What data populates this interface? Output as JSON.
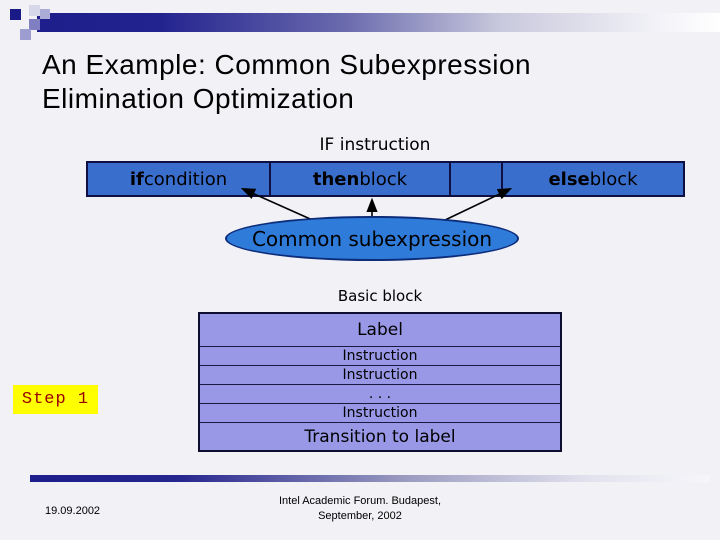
{
  "slide": {
    "title": "An Example: Common Subexpression Elimination Optimization",
    "background_color": "#f1f1f6",
    "accent_navy": "#1e1e8c"
  },
  "diagram": {
    "if_label": "IF instruction",
    "if_bar": {
      "fill_color": "#3a6ecd",
      "border_color": "#0f0f44",
      "cells": [
        {
          "keyword": "if",
          "rest": " condition"
        },
        {
          "keyword": "then",
          "rest": " block"
        },
        {
          "keyword": "",
          "rest": ""
        },
        {
          "keyword": "else",
          "rest": " block"
        }
      ]
    },
    "ellipse": {
      "label": "Common subexpression",
      "fill_color": "#2e7bd9",
      "border_color": "#0d2d7a"
    }
  },
  "basic_block": {
    "caption": "Basic block",
    "fill_color": "#9898e6",
    "rows": [
      "Label",
      "Instruction",
      "Instruction",
      ". . .",
      "Instruction",
      "Transition to label"
    ]
  },
  "step_badge": {
    "label": "Step 1",
    "bg_color": "#ffff00",
    "text_color": "#990000"
  },
  "footer": {
    "date": "19.09.2002",
    "venue_line1": "Intel Academic Forum. Budapest,",
    "venue_line2": "September, 2002"
  }
}
